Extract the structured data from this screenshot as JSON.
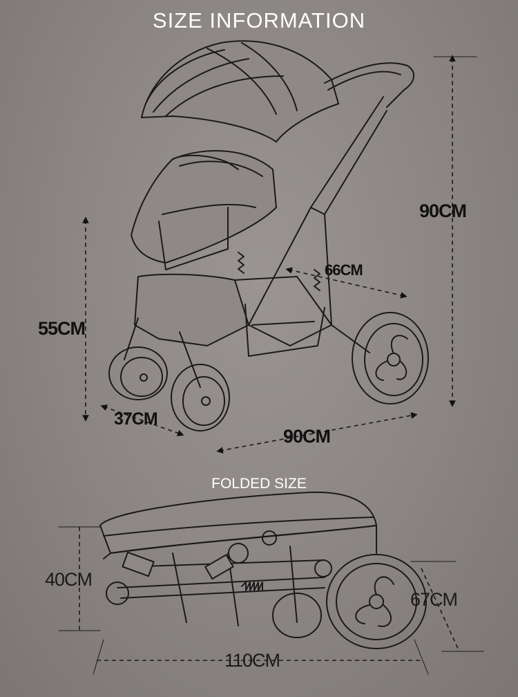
{
  "title": "SIZE  INFORMATION",
  "subtitle": "FOLDED SIZE",
  "dimensions": {
    "height_total": "90CM",
    "seat_height": "55CM",
    "seat_depth": "66CM",
    "width_small": "37CM",
    "length": "90CM",
    "folded_height": "40CM",
    "folded_width": "67CM",
    "folded_length": "110CM"
  },
  "colors": {
    "background": "#8a8583",
    "line": "#1a1a1a",
    "title": "#ffffff"
  }
}
